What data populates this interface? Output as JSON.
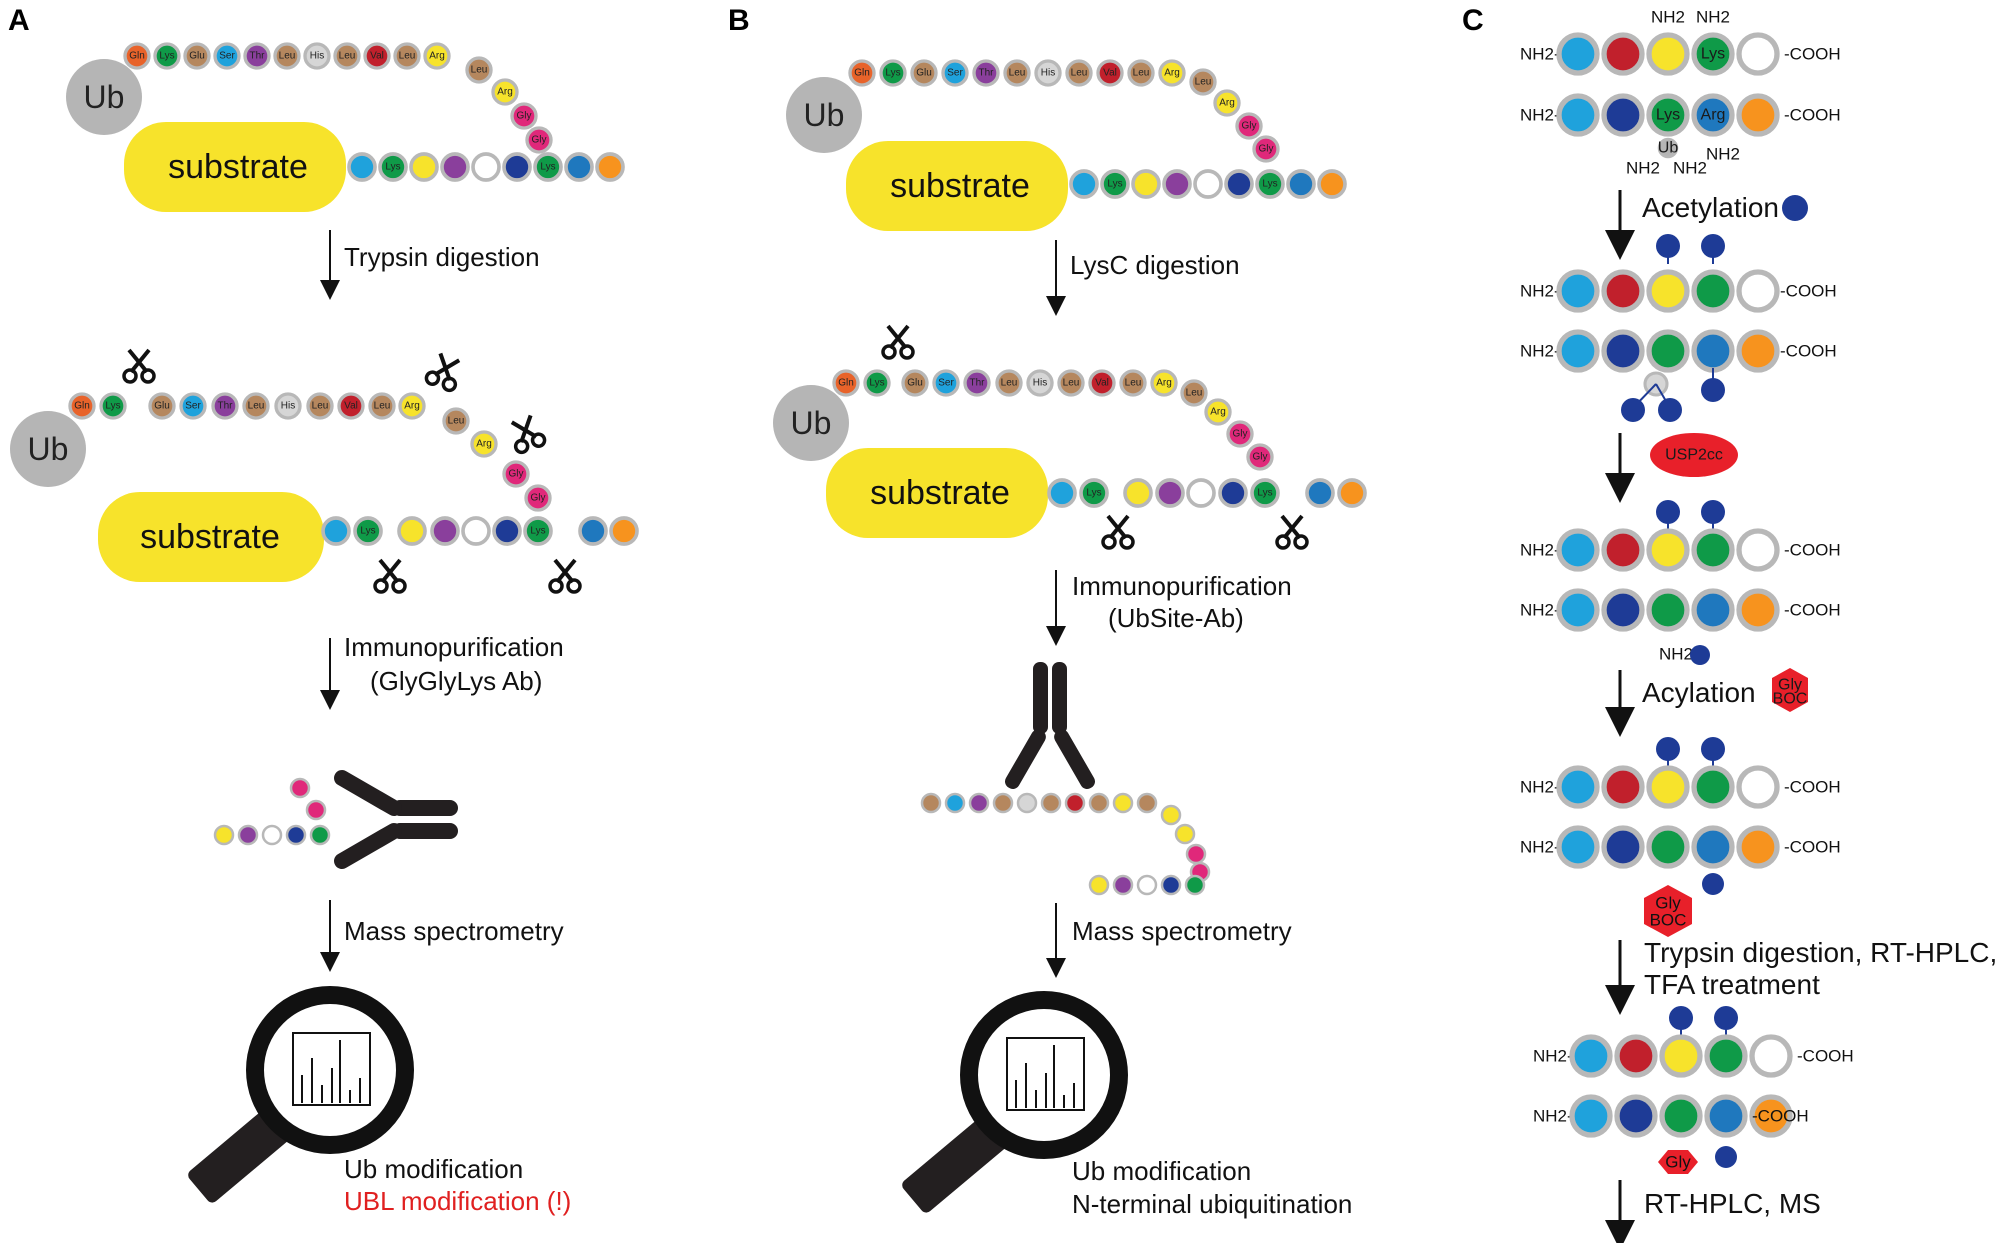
{
  "panels": {
    "a": {
      "letter": "A",
      "ub": "Ub",
      "substrate": "substrate",
      "chain_labels": [
        "Gln",
        "Lys",
        "Glu",
        "Ser",
        "Thr",
        "Leu",
        "His",
        "Leu",
        "Val",
        "Leu",
        "Arg",
        "Leu",
        "Arg",
        "Gly",
        "Gly"
      ],
      "cut_labels": [
        "Gln",
        "Lys",
        "Glu",
        "Ser",
        "Thr",
        "Leu",
        "His",
        "Leu",
        "Val",
        "Leu",
        "Arg",
        "Leu",
        "Arg",
        "Gly",
        "Gly"
      ],
      "sub_lys": "Lys",
      "sub_lys2": "Lys",
      "step1": "Trypsin digestion",
      "step2_line1": "Immunopurification",
      "step2_line2": "(GlyGlyLys Ab)",
      "step3": "Mass spectrometry",
      "result_line1": "Ub modification",
      "result_line2": "UBL modification (!)"
    },
    "b": {
      "letter": "B",
      "ub": "Ub",
      "substrate": "substrate",
      "chain_labels": [
        "Gln",
        "Lys",
        "Glu",
        "Ser",
        "Thr",
        "Leu",
        "His",
        "Leu",
        "Val",
        "Leu",
        "Arg",
        "Leu",
        "Arg",
        "Gly",
        "Gly"
      ],
      "sub_lys": "Lys",
      "sub_lys2": "Lys",
      "step1": "LysC digestion",
      "step2_line1": "Immunopurification",
      "step2_line2": "(UbSite-Ab)",
      "step3": "Mass spectrometry",
      "result_line1": "Ub modification",
      "result_line2": "N-terminal ubiquitination"
    },
    "c": {
      "letter": "C",
      "nh2": "NH2",
      "cooh": "COOH",
      "lys": "Lys",
      "arg": "Arg",
      "ub": "Ub",
      "step1": "Acetylation",
      "enzyme": "USP2cc",
      "step2": "Acylation",
      "gly_boc_line1": "Gly",
      "gly_boc_line2": "BOC",
      "step3_line1": "Trypsin digestion, RT-HPLC,",
      "step3_line2": "TFA treatment",
      "gly": "Gly",
      "step4": "RT-HPLC, MS"
    }
  },
  "colors": {
    "orange_red": "#e8632a",
    "green": "#0f9a48",
    "tan": "#b5875e",
    "sky": "#1fa2dc",
    "purple": "#8a3f9c",
    "lightgray": "#d6d6d6",
    "crimson": "#c1202c",
    "yellow": "#f7e32b",
    "pink": "#e0287a",
    "navy": "#1e3b96",
    "steel": "#1f78be",
    "orange": "#f7931e",
    "white": "#ffffff",
    "ub_gray": "#b5b5b5",
    "bead_border": "#b8b8b8",
    "red_hex": "#e8202a"
  }
}
